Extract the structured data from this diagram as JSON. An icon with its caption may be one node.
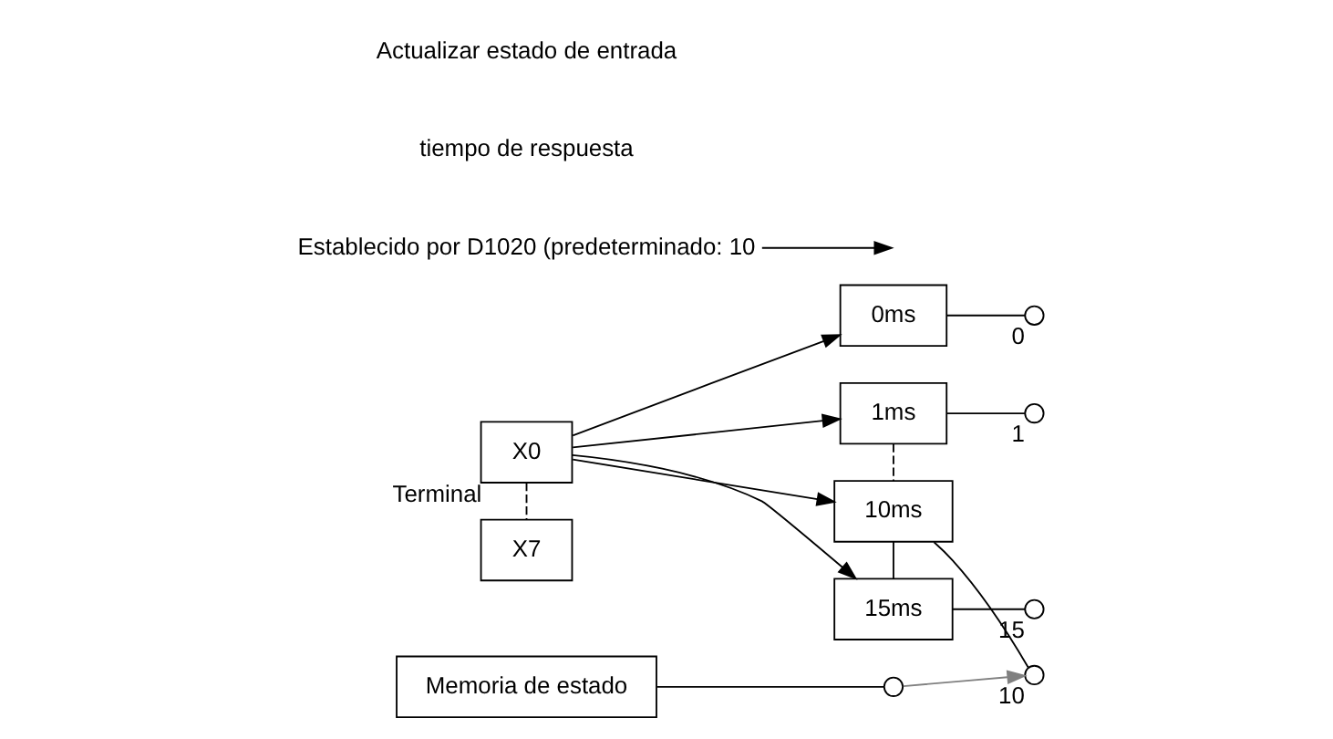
{
  "diagram": {
    "nodes": [
      {
        "text": [
          "X0"
        ],
        "beside": [
          "Terminal"
        ]
      },
      {
        "text": [
          "X7"
        ]
      },
      {
        "text": [
          "0ms"
        ]
      },
      {
        "text": [
          "1ms"
        ]
      },
      {
        "text": [
          "10ms"
        ]
      },
      {
        "text": [
          "15ms"
        ]
      },
      {
        "text": [],
        "shape": "circle",
        "beside": [
          "0"
        ]
      },
      {
        "text": [],
        "shape": "circle",
        "beside": [
          "1"
        ]
      },
      {
        "text": [],
        "shape": "circle",
        "beside": [
          "10"
        ]
      },
      {
        "text": [],
        "shape": "circle",
        "beside": [
          "15"
        ]
      },
      {
        "text": [],
        "shape": "circle"
      },
      {
        "text": [
          "Memoria de estado"
        ]
      },
      {
        "text": [
          "Establecido por D1020 (predeterminado: 10"
        ]
      }
    ],
    "edges": [
      {
        "from": 0,
        "to": 2,
        "arrow": "to"
      },
      {
        "from": 0,
        "to": 3,
        "arrow": "to"
      },
      {
        "from": 0,
        "to": 4,
        "arrow": "to"
      },
      {
        "from": 0,
        "to": 5,
        "arrow": "to"
      },
      {
        "from": 0,
        "to": 1,
        "arrow": "none",
        "style": "dashed"
      },
      {
        "from": 3,
        "to": 4,
        "arrow": "none",
        "style": "dashed"
      },
      {
        "from": 4,
        "to": 5,
        "arrow": "none"
      },
      {
        "from": 2,
        "to": 6,
        "arrow": "none"
      },
      {
        "from": 3,
        "to": 7,
        "arrow": "none"
      },
      {
        "from": 4,
        "to": 8,
        "arrow": "none"
      },
      {
        "from": 5,
        "to": 9,
        "arrow": "none"
      },
      {
        "from": 10,
        "to": 8,
        "arrow": "to",
        "color": "#808080"
      },
      {
        "from": 11,
        "to": 10,
        "arrow": "none"
      },
      {
        "from": 12,
        "to": null,
        "arrow": "to"
      }
    ],
    "labels": [
      "tiempo de respuesta",
      "Actualizar estado de entrada"
    ]
  }
}
